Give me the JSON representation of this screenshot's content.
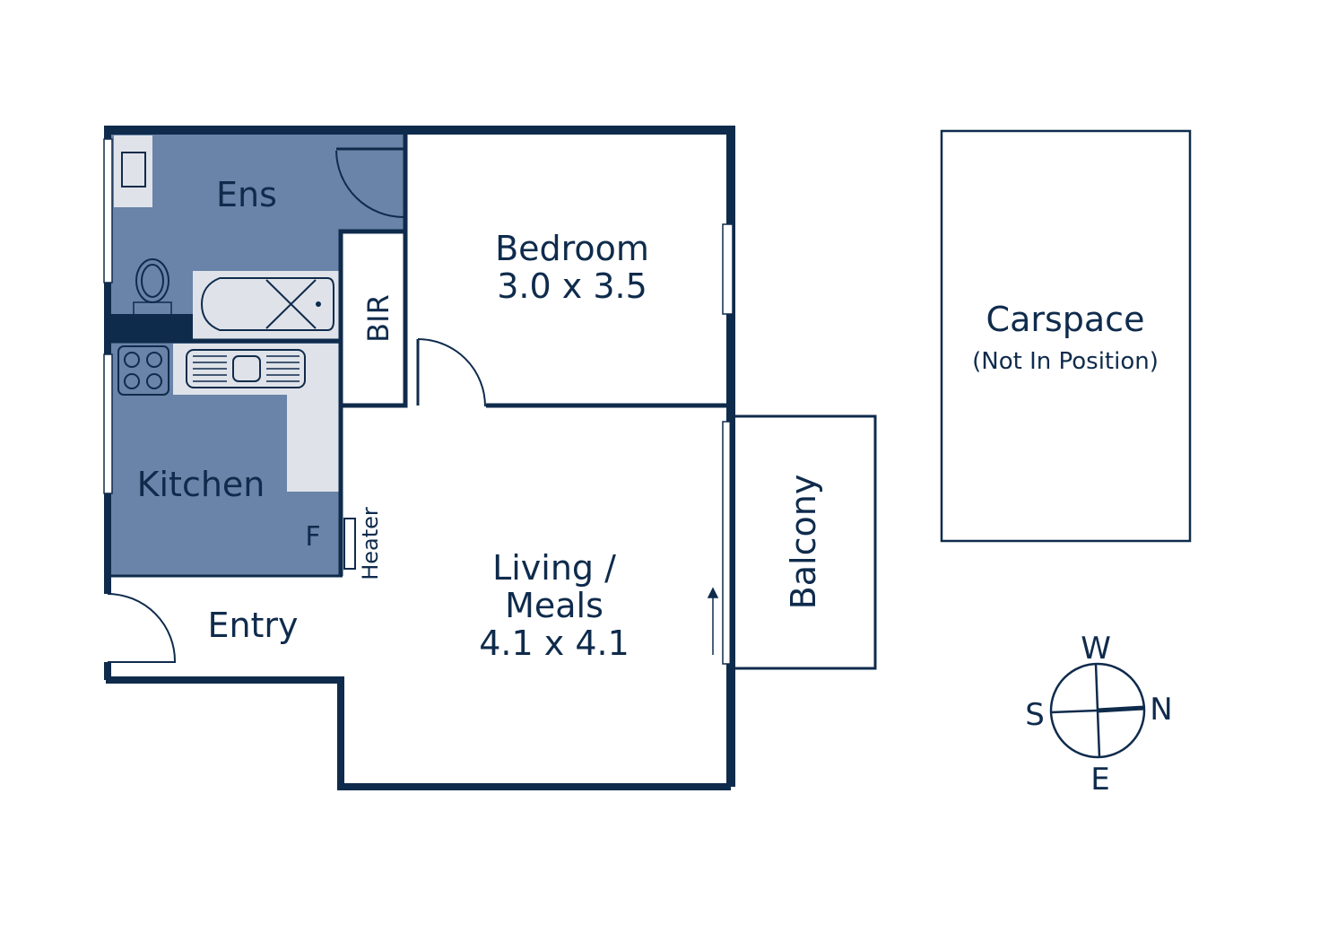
{
  "colors": {
    "wall": "#0f2b4c",
    "wet_area": "#6a83a8",
    "fixture": "#dfe3e9",
    "background": "#ffffff"
  },
  "rooms": {
    "ensuite": {
      "name": "Ens"
    },
    "bir": {
      "name": "BIR"
    },
    "bedroom": {
      "name": "Bedroom",
      "size": "3.0 x 3.5"
    },
    "kitchen": {
      "name": "Kitchen",
      "fridge": "F"
    },
    "heater": {
      "name": "Heater"
    },
    "entry": {
      "name": "Entry"
    },
    "living": {
      "name_line1": "Living /",
      "name_line2": "Meals",
      "size": "4.1 x 4.1"
    },
    "balcony": {
      "name": "Balcony"
    },
    "carspace": {
      "name": "Carspace",
      "note": "(Not In Position)"
    }
  },
  "compass": {
    "north": "N",
    "south": "S",
    "east": "E",
    "west": "W"
  }
}
